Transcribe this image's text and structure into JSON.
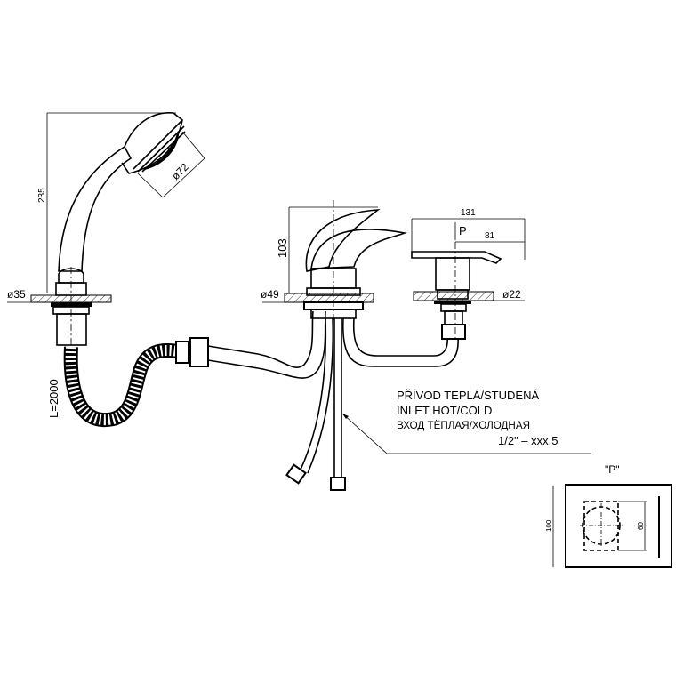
{
  "dimensions": {
    "shower_height": "235",
    "shower_head_diameter": "ø72",
    "shower_base_diameter": "ø35",
    "hose_length": "L=2000",
    "mixer_height": "103",
    "mixer_base_diameter": "ø49",
    "diverter_length": "131",
    "diverter_offset": "81",
    "diverter_view_marker": "P",
    "diverter_base_diameter": "ø22"
  },
  "inlet_note": {
    "line1": "PŘÍVOD TEPLÁ/STUDENÁ",
    "line2": "INLET HOT/COLD",
    "line3": "ВХОД ТЁПЛАЯ/ХОЛОДНАЯ",
    "line4": "1/2\"  –  xxx.5"
  },
  "detail_p": {
    "title": "\"P\"",
    "height": "100",
    "inner": "60"
  }
}
